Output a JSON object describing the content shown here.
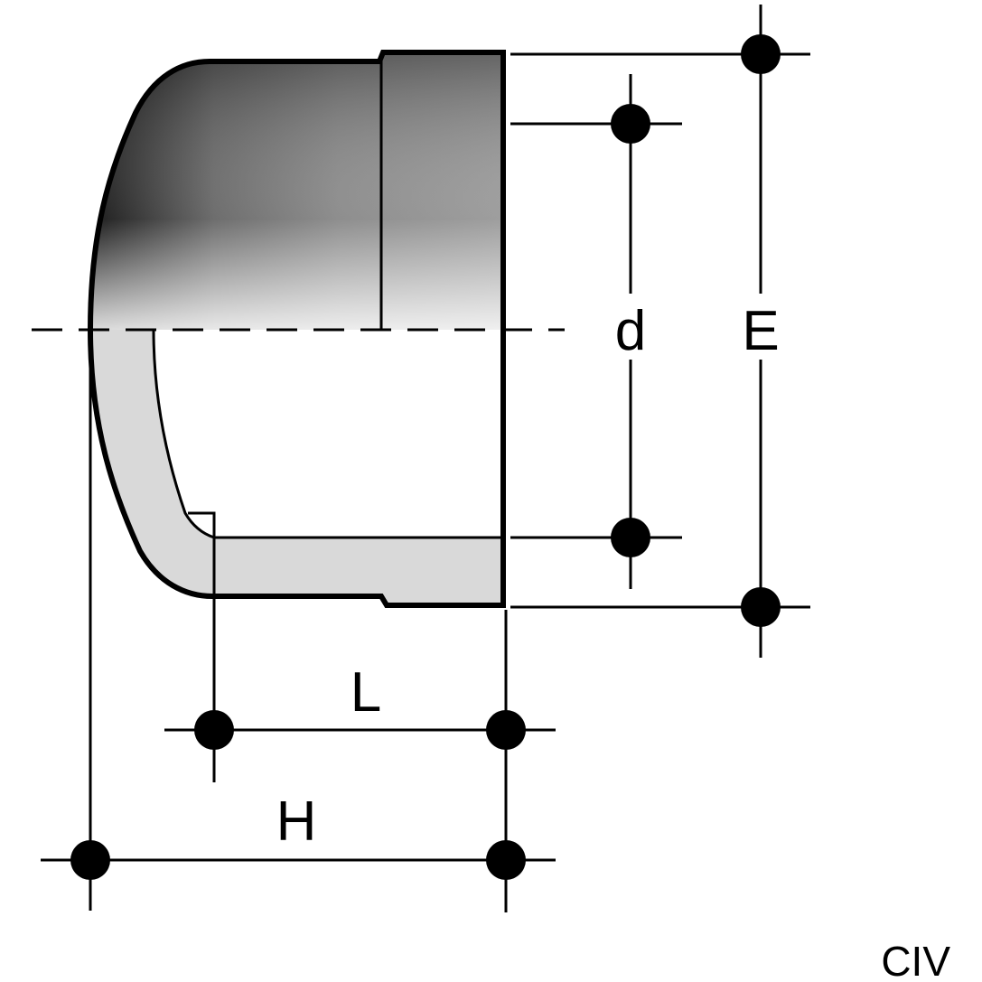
{
  "labels": {
    "d": "d",
    "E": "E",
    "L": "L",
    "H": "H"
  },
  "material_code": "CIV",
  "colors": {
    "outline": "#000000",
    "section_fill": "#d9d9d9",
    "gradient_dark": "#1a1a1a",
    "gradient_light": "#f2f2f2"
  }
}
